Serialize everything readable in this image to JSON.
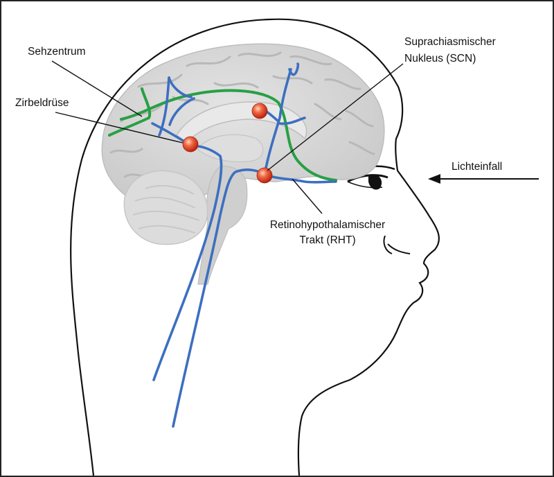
{
  "labels": {
    "visual_center": "Sehzentrum",
    "pineal_gland": "Zirbeldrüse",
    "scn_line1": "Suprachiasmischer",
    "scn_line2": "Nukleus (SCN)",
    "light_incidence": "Lichteinfall",
    "rht_line1": "Retinohypothalamischer",
    "rht_line2": "Trakt (RHT)"
  },
  "colors": {
    "outline": "#111111",
    "frame": "#222222",
    "brain_fill": "#d6d6d6",
    "brain_fold": "#c2c2c2",
    "cerebellum": "#dcdcdc",
    "brainstem": "#cfcfcf",
    "nerve_blue": "#3d6fc0",
    "pathway_green": "#27a044",
    "node_red": "#e8462e"
  },
  "icons": {
    "light_arrow": "arrow-left-icon",
    "eye": "eye-icon",
    "node": "red-sphere-icon"
  }
}
